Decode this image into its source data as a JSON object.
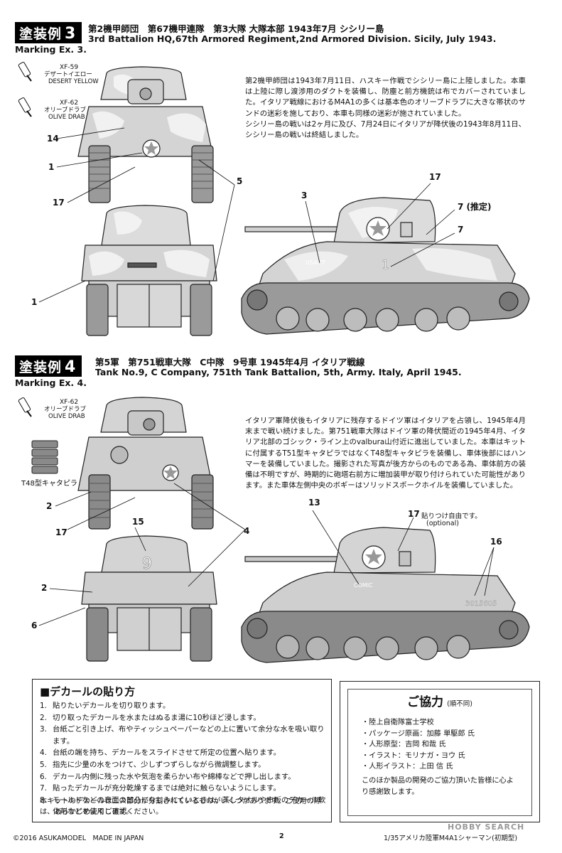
{
  "section3": {
    "badge_text": "塗装例",
    "badge_num": "3",
    "title_jp": "第2機甲師団　第67機甲連隊　第3大隊 大隊本部 1943年7月 シシリー島",
    "title_en": "3rd Battalion HQ,67th Armored Regiment,2nd Armored Division. Sicily, July 1943.",
    "marking": "Marking Ex. 3.",
    "paint1_code": "XF-59",
    "paint1_jp": "デザートイエロー",
    "paint1_en": "DESERT YELLOW",
    "paint2_code": "XF-62",
    "paint2_jp": "オリーブドラブ",
    "paint2_en": "OLIVE DRAB",
    "description": [
      "第2機甲師団は1943年7月11日、ハスキー作戦でシシリー島に上陸しました。本車は上陸に際し渡渉用のダクトを装備し、防塵と前方機銃は布でカバーされていました。イタリア戦線におけるM4A1の多くは基本色のオリーブドラブに大きな帯状のサンドの迷彩を施しており、本車も同様の迷彩が施されていました。",
      "シシリー島の戦いは2ヶ月に及び、7月24日にイタリアが降伏後の1943年8月11日、シシリー島の戦いは終結しました。"
    ],
    "callouts": {
      "c14": "14",
      "c1a": "1",
      "c17a": "17",
      "c5": "5",
      "c1b": "1",
      "c3": "3",
      "c17b": "17",
      "c7p": "7 (推定)",
      "c7": "7"
    },
    "hull_marking": "1",
    "hull_text": "USA-FF"
  },
  "section4": {
    "badge_text": "塗装例",
    "badge_num": "4",
    "title_jp": "第5軍　第751戦車大隊　C中隊　9号車 1945年4月 イタリア戦線",
    "title_en": "Tank No.9, C Company, 751th Tank Battalion, 5th, Army. Italy, April 1945.",
    "marking": "Marking Ex. 4.",
    "paint_code": "XF-62",
    "paint_jp": "オリーブドラブ",
    "paint_en": "OLIVE DRAB",
    "track_label": "T48型キャタピラ",
    "description": "イタリア軍降伏後もイタリアに残存するドイツ軍はイタリアを占領し、1945年4月末まで戦い続けました。第751戦車大隊はドイツ軍の降伏間近の1945年4月、イタリア北部のゴシック・ライン上のvalbura山付近に進出していました。本車はキットに付属するT51型キャタピラではなくT48型キャタピラを装備し、車体後部にはハンマーを装備していました。撮影された写真が後方からのものである為、車体前方の装備は不明ですが、時期的に砲塔右前方に増加装甲が取り付けられていた可能性があります。また車体左側中央のボギーはソリッドスポークホイルを装備していました。",
    "callouts": {
      "c2a": "2",
      "c17": "17",
      "c15": "15",
      "c4": "4",
      "c2b": "2",
      "c6": "6",
      "c13": "13",
      "c17opt": "17",
      "c16": "16"
    },
    "opt_jp": "貼りつけ自由です。",
    "opt_en": "(optional)",
    "turret_number": "9",
    "tank_name": "COMIC",
    "serial": "3015605"
  },
  "decal_box": {
    "title": "■デカールの貼り方",
    "steps": [
      {
        "n": "1.",
        "text": "貼りたいデカールを切り取ります。"
      },
      {
        "n": "2.",
        "text": "切り取ったデカールを水またはぬるま湯に10秒ほど浸します。"
      },
      {
        "n": "3.",
        "text": "台紙ごと引き上げ、布やティッシュペーパーなどの上に置いて余分な水を吸い取ります。"
      },
      {
        "n": "4.",
        "text": "台紙の端を持ち、デカールをスライドさせて所定の位置へ貼ります。"
      },
      {
        "n": "5.",
        "text": "指先に少量の水をつけて、少しずつずらしながら微調整します。"
      },
      {
        "n": "6.",
        "text": "デカール内側に残った水や気泡を柔らかい布や綿棒などで押し出します。"
      },
      {
        "n": "7.",
        "text": "貼ったデカールが充分乾燥するまでは絶対に触らないようにします。"
      },
      {
        "n": "8.",
        "text": "モールドなどの表面の凹凸になじみにくいときは、蒸しタオルや市販のデカール軟化剤などを使用します。"
      }
    ],
    "note": "本キットのデカールは二ス部分が分割されているものがいくつかあります。ご使用の際は、あらかじめよくご確認ください。"
  },
  "coop_box": {
    "title": "ご協力",
    "subtitle": "(順不同)",
    "items": [
      "・陸上自衛隊富士学校",
      "・パッケージ原画：加藤 単駆郎 氏",
      "・人形原型：吉岡 和哉 氏",
      "・イラスト：モリナガ・ヨウ 氏",
      "・人形イラスト：上田 信 氏"
    ],
    "thanks": "このほか製品の開発のご協力頂いた皆様に心より感謝致します。"
  },
  "footer": {
    "copyright": "©2016 ASUKAMODEL　MADE IN JAPAN",
    "page": "2",
    "right": "1/35アメリカ陸軍M4A1シャーマン(初期型)",
    "watermark": "HOBBY SEARCH"
  },
  "colors": {
    "ink": "#111111",
    "tank_gray": "#d4d4d4",
    "camo_light": "#f0f0f0",
    "dark": "#444444"
  }
}
